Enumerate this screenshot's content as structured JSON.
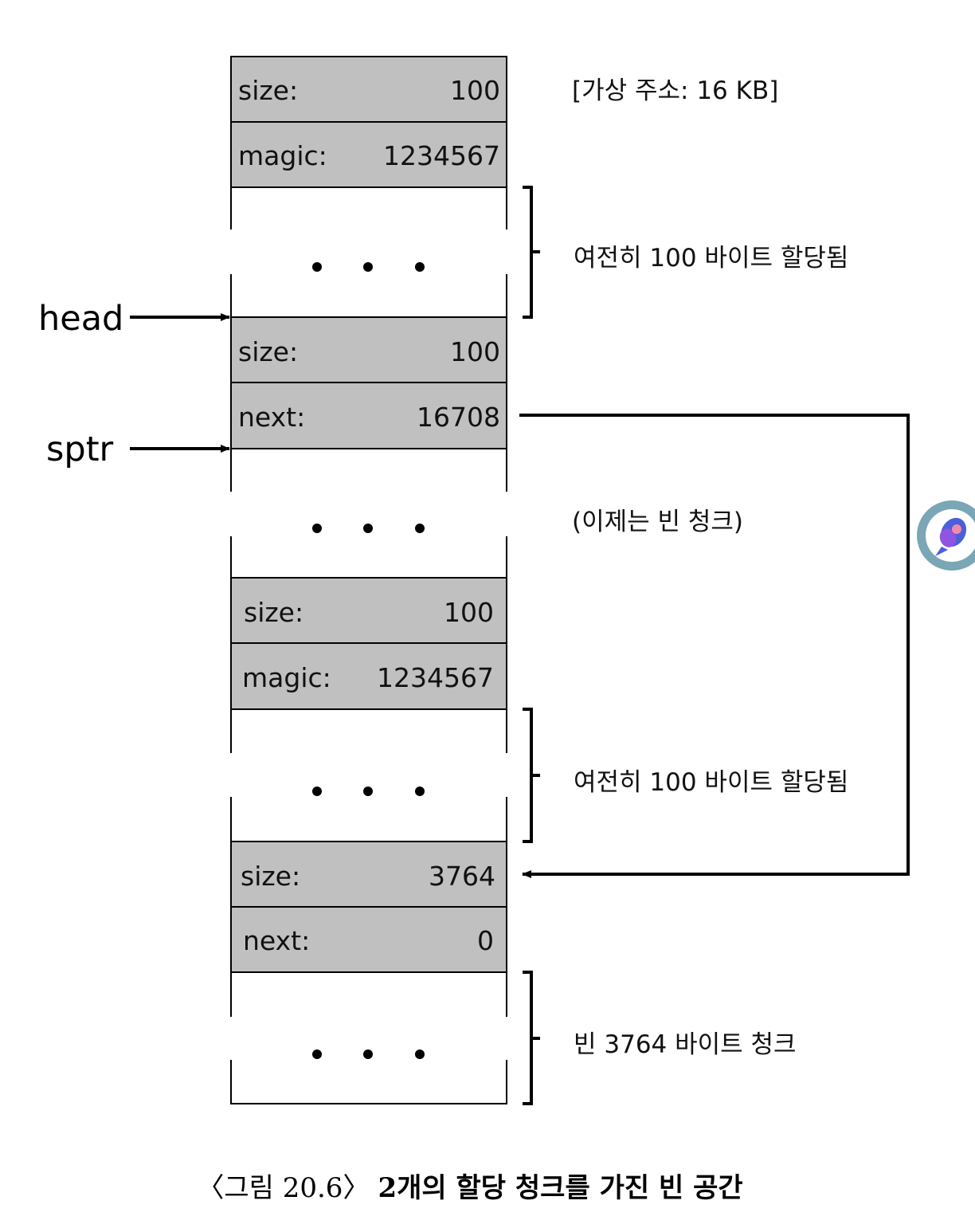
{
  "address_space_label": "[가상 주소: 16 KB]",
  "pointers": {
    "head": "head",
    "sptr": "sptr"
  },
  "cells": [
    {
      "key": "size:",
      "value": "100"
    },
    {
      "key": "magic:",
      "value": "1234567"
    },
    {
      "key": "size:",
      "value": "100"
    },
    {
      "key": "next:",
      "value": "16708"
    },
    {
      "key": "size:",
      "value": "100"
    },
    {
      "key": "magic:",
      "value": "1234567"
    },
    {
      "key": "size:",
      "value": "3764"
    },
    {
      "key": "next:",
      "value": "0"
    }
  ],
  "annotations": {
    "allocated_1": "여전히 100 바이트 할당됨",
    "now_free": "(이제는 빈 청크)",
    "allocated_2": "여전히 100 바이트 할당됨",
    "free_chunk": "빈 3764 바이트 청크"
  },
  "caption": {
    "prefix": "〈그림 20.6〉",
    "title": "2개의 할당 청크를 가진 빈 공간"
  },
  "icons": {
    "assistant": "assistant-bubble-icon"
  }
}
